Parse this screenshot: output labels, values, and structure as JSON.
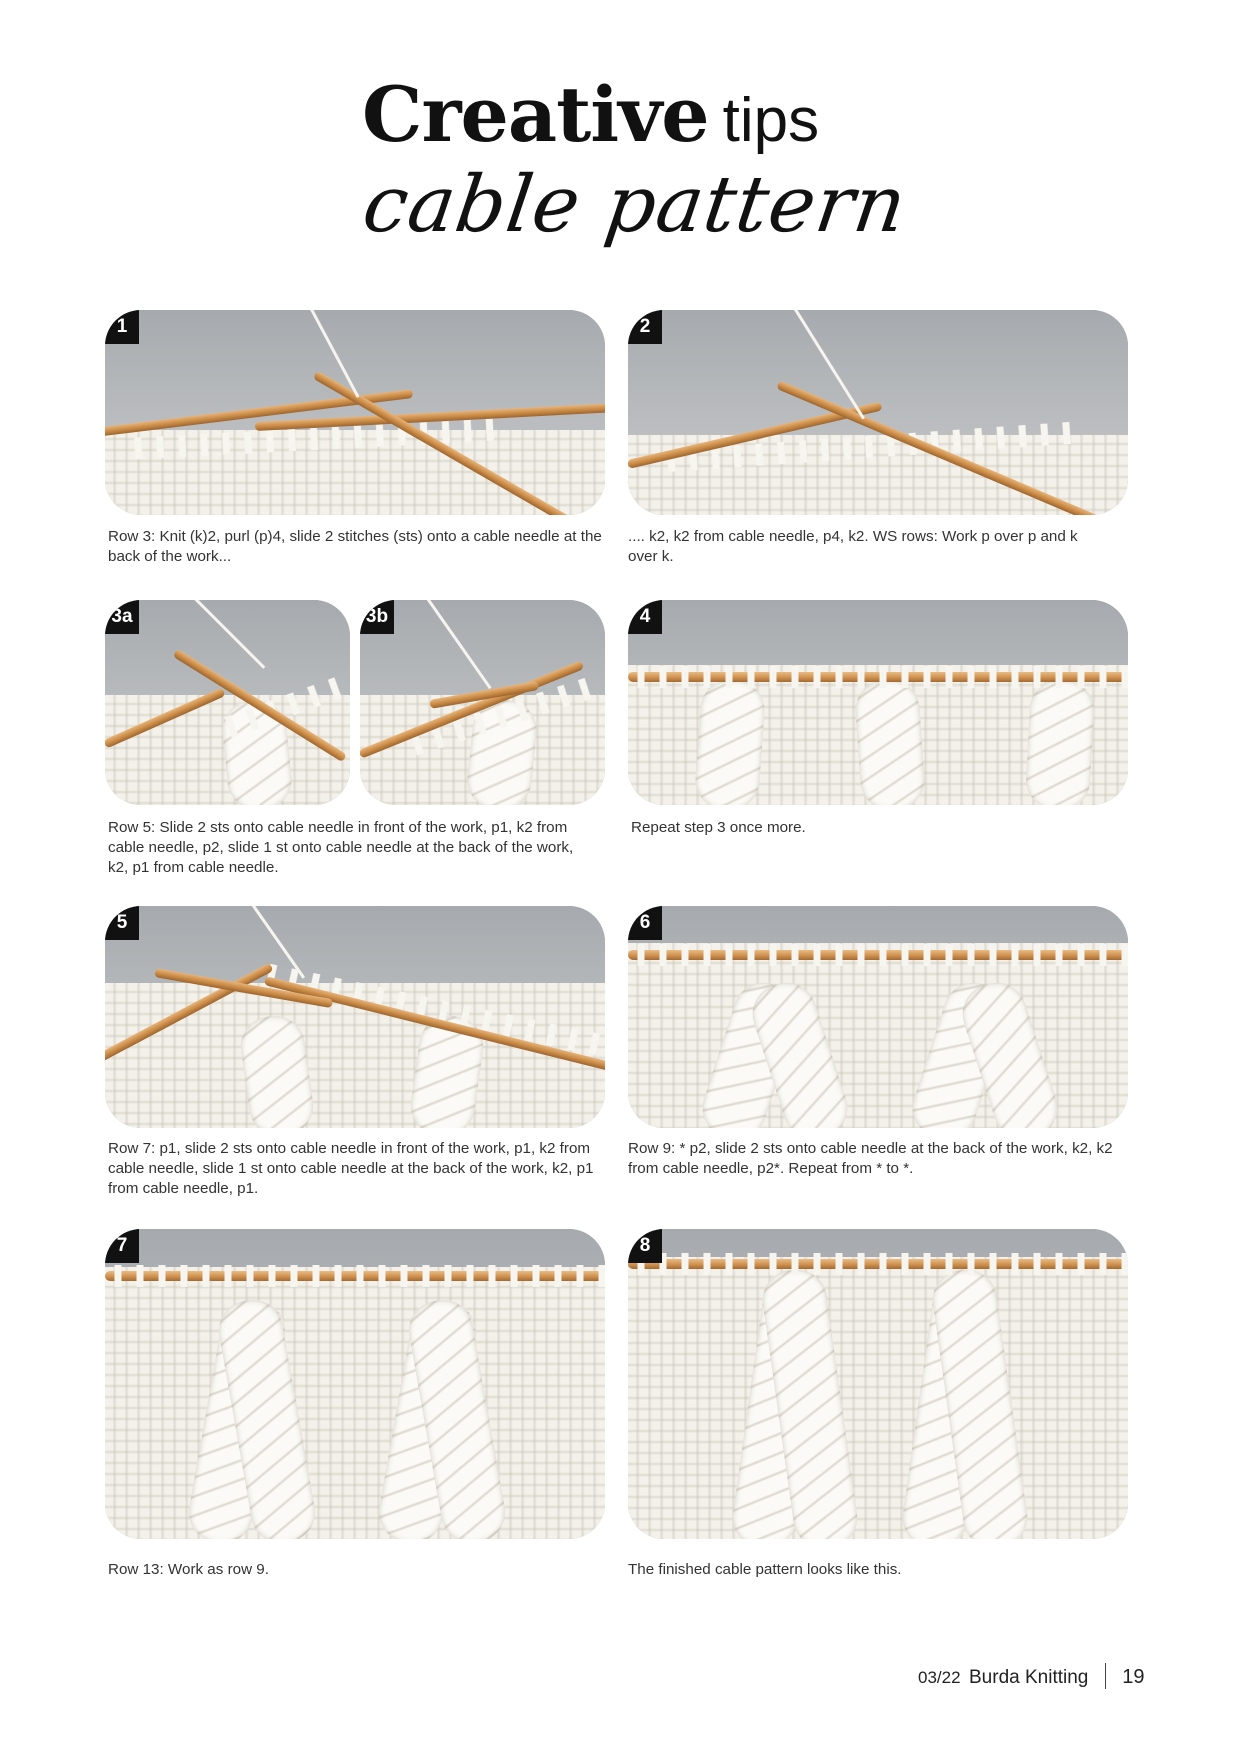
{
  "header": {
    "title_bold": "Creative",
    "title_light": "tips",
    "subtitle": "cable pattern"
  },
  "steps": [
    {
      "label": "1",
      "caption": "Row 3: Knit (k)2, purl (p)4, slide 2 stitches (sts) onto a cable needle at the back of the work..."
    },
    {
      "label": "2",
      "caption": ".... k2, k2 from cable needle, p4, k2. WS rows: Work p over p and k over k."
    },
    {
      "label": "3a",
      "caption": ""
    },
    {
      "label": "3b",
      "caption": "Row 5: Slide 2 sts onto cable needle in front of the work, p1, k2 from cable needle, p2, slide 1 st onto cable needle at the back of the work, k2, p1 from cable needle."
    },
    {
      "label": "4",
      "caption": "Repeat step 3 once more."
    },
    {
      "label": "5",
      "caption": "Row 7: p1, slide 2 sts onto cable needle in front of the work, p1, k2 from cable needle, slide 1 st onto cable needle at the back of the work, k2, p1 from cable needle, p1."
    },
    {
      "label": "6",
      "caption": "Row 9: * p2, slide 2 sts onto cable needle at the back of the work, k2, k2 from cable needle, p2*. Repeat from * to *."
    },
    {
      "label": "7",
      "caption": "Row 13: Work as row 9."
    },
    {
      "label": "8",
      "caption": "The finished cable pattern looks like this."
    }
  ],
  "footer": {
    "issue": "03/22",
    "magazine": "Burda Knitting",
    "page_number": "19"
  }
}
